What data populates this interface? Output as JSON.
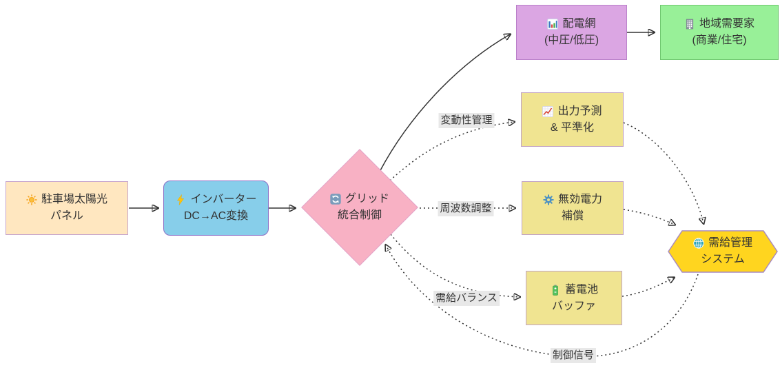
{
  "diagram": {
    "type": "flowchart",
    "direction": "left-to-right",
    "background": "#ffffff",
    "line_color": "#333333",
    "edge_label_bg": "#e8e8e8",
    "nodes": {
      "solar_panel": {
        "icon": "sun-icon",
        "line1": "駐車場太陽光",
        "line2": "パネル",
        "fill": "#FFE7C0",
        "border": "#C5A3CC",
        "shape": "rect"
      },
      "inverter": {
        "icon": "bolt-icon",
        "line1": "インバーター",
        "line2": "DC→AC変換",
        "fill": "#87CEEA",
        "border": "#8B6EC5",
        "shape": "rounded-rect"
      },
      "grid_control": {
        "icon": "refresh-icon",
        "line1": "グリッド",
        "line2": "統合制御",
        "fill": "#F8B1C4",
        "border": "#E2A3C8",
        "shape": "diamond"
      },
      "distribution_grid": {
        "icon": "bar-chart-icon",
        "line1": "配電網",
        "line2": "(中圧/低圧)",
        "fill": "#DBA6E3",
        "border": "#B97FC9",
        "shape": "rect"
      },
      "local_consumers": {
        "icon": "building-icon",
        "line1": "地域需要家",
        "line2": "(商業/住宅)",
        "fill": "#98F098",
        "border": "#6FC76F",
        "shape": "rect"
      },
      "output_forecast": {
        "icon": "chart-up-icon",
        "line1": "出力予測",
        "line2": "& 平準化",
        "fill": "#F0E491",
        "border": "#C0A2C4",
        "shape": "rect"
      },
      "reactive_power": {
        "icon": "gear-icon",
        "line1": "無効電力",
        "line2": "補償",
        "fill": "#F0E491",
        "border": "#C0A2C4",
        "shape": "rect"
      },
      "battery_buffer": {
        "icon": "battery-icon",
        "line1": "蓄電池",
        "line2": "バッファ",
        "fill": "#F0E491",
        "border": "#C0A2C4",
        "shape": "rect"
      },
      "demand_mgmt": {
        "icon": "globe-icon",
        "line1": "需給管理",
        "line2": "システム",
        "fill": "#FFD51F",
        "border": "#A98BBE",
        "shape": "hexagon"
      }
    },
    "edge_labels": {
      "variability": "変動性管理",
      "frequency": "周波数調整",
      "balance": "需給バランス",
      "control": "制御信号"
    }
  }
}
